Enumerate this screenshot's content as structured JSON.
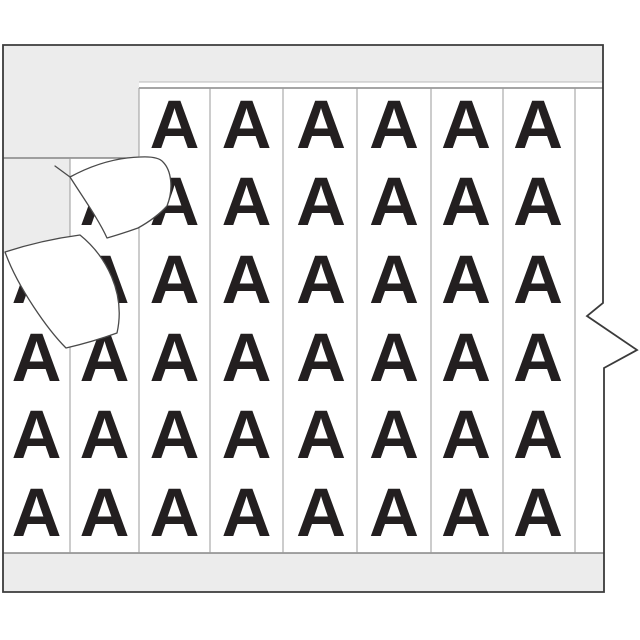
{
  "illustration": {
    "marker_letter": "A",
    "colors": {
      "letter": "#231F20",
      "liner": "#ECECEC",
      "card_outline": "#3B3B3B",
      "divider": "#9A9A9A",
      "inner_line": "#6F6F6F",
      "band_edge": "#B9B9B9",
      "label_edge": "#4A4A4A",
      "card_fill": "#FFFFFF"
    },
    "card": {
      "strip_count": 8,
      "letter_rows": 6,
      "visible_letter_count": 45,
      "peeling_label_count": 2
    }
  }
}
